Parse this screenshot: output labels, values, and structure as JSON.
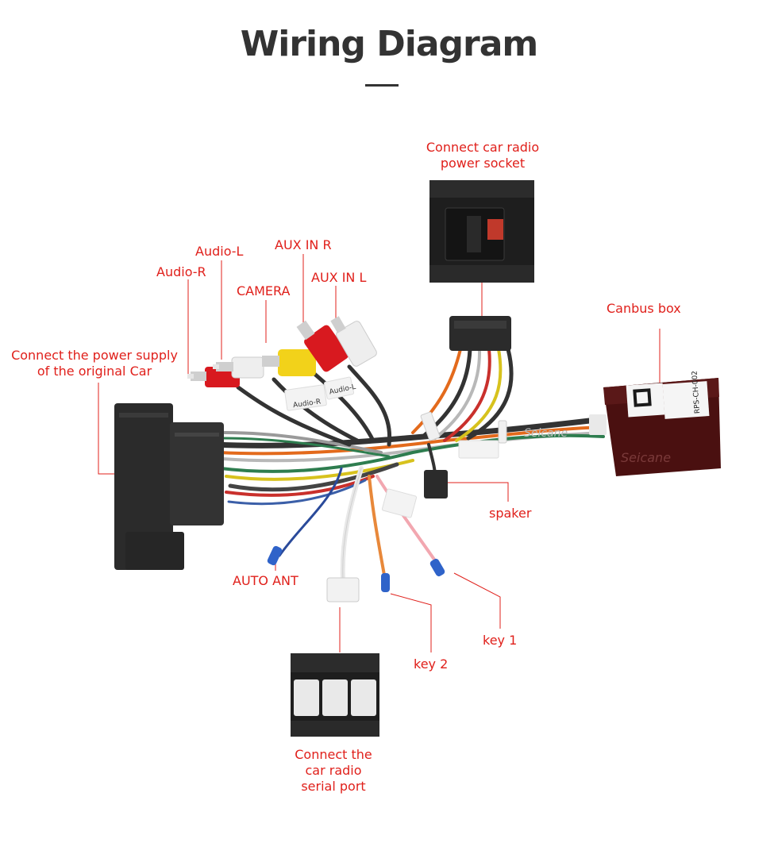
{
  "title": "Wiring Diagram",
  "colors": {
    "title": "#333333",
    "label": "#e0201b",
    "leader": "#e0201b",
    "rca_red": "#d8191f",
    "rca_yellow": "#f2d21a",
    "rca_white": "#eeeeee",
    "connector_black": "#2b2b2b",
    "canbus_box": "#4a1010"
  },
  "labels": {
    "power_socket_line1": "Connect car radio",
    "power_socket_line2": "power socket",
    "audio_l": "Audio-L",
    "aux_in_r": "AUX IN R",
    "audio_r": "Audio-R",
    "aux_in_l": "AUX IN L",
    "camera": "CAMERA",
    "canbus_box": "Canbus box",
    "power_supply_line1": "Connect the power supply",
    "power_supply_line2": "of the original Car",
    "spaker": "spaker",
    "auto_ant": "AUTO ANT",
    "key_1": "key 1",
    "key_2": "key 2",
    "serial_port_line1": "Connect the",
    "serial_port_line2": "car radio",
    "serial_port_line3": "serial port"
  },
  "photo_text": {
    "tag_audio_r": "Audio-R",
    "tag_audio_l": "Audio-L",
    "brand": "Seicane",
    "box_code": "RPS-CH-002"
  }
}
